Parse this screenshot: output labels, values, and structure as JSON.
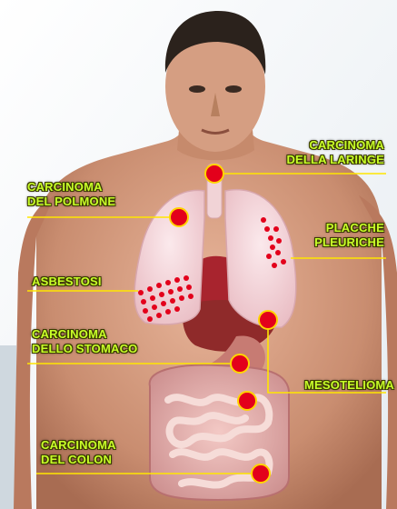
{
  "labels": {
    "laringe": {
      "line1": "CARCINOMA",
      "line2": "DELLA LARINGE"
    },
    "polmone": {
      "line1": "CARCINOMA",
      "line2": "DEL POLMONE"
    },
    "placche": {
      "line1": "PLACCHE",
      "line2": "PLEURICHE"
    },
    "asbestosi": {
      "line1": "ASBESTOSI"
    },
    "stomaco": {
      "line1": "CARCINOMA",
      "line2": "DELLO STOMACO"
    },
    "mesotelioma": {
      "line1": "MESOTELIOMA"
    },
    "colon": {
      "line1": "CARCINOMA",
      "line2": "DEL COLON"
    }
  },
  "colors": {
    "label_text": "#c8ff29",
    "leader_line": "#ffe600",
    "marker_fill": "#e3001b",
    "marker_ring": "#ffd400",
    "skin": "#d9a184",
    "lung": "#f6d7db",
    "background": "#ffffff"
  }
}
